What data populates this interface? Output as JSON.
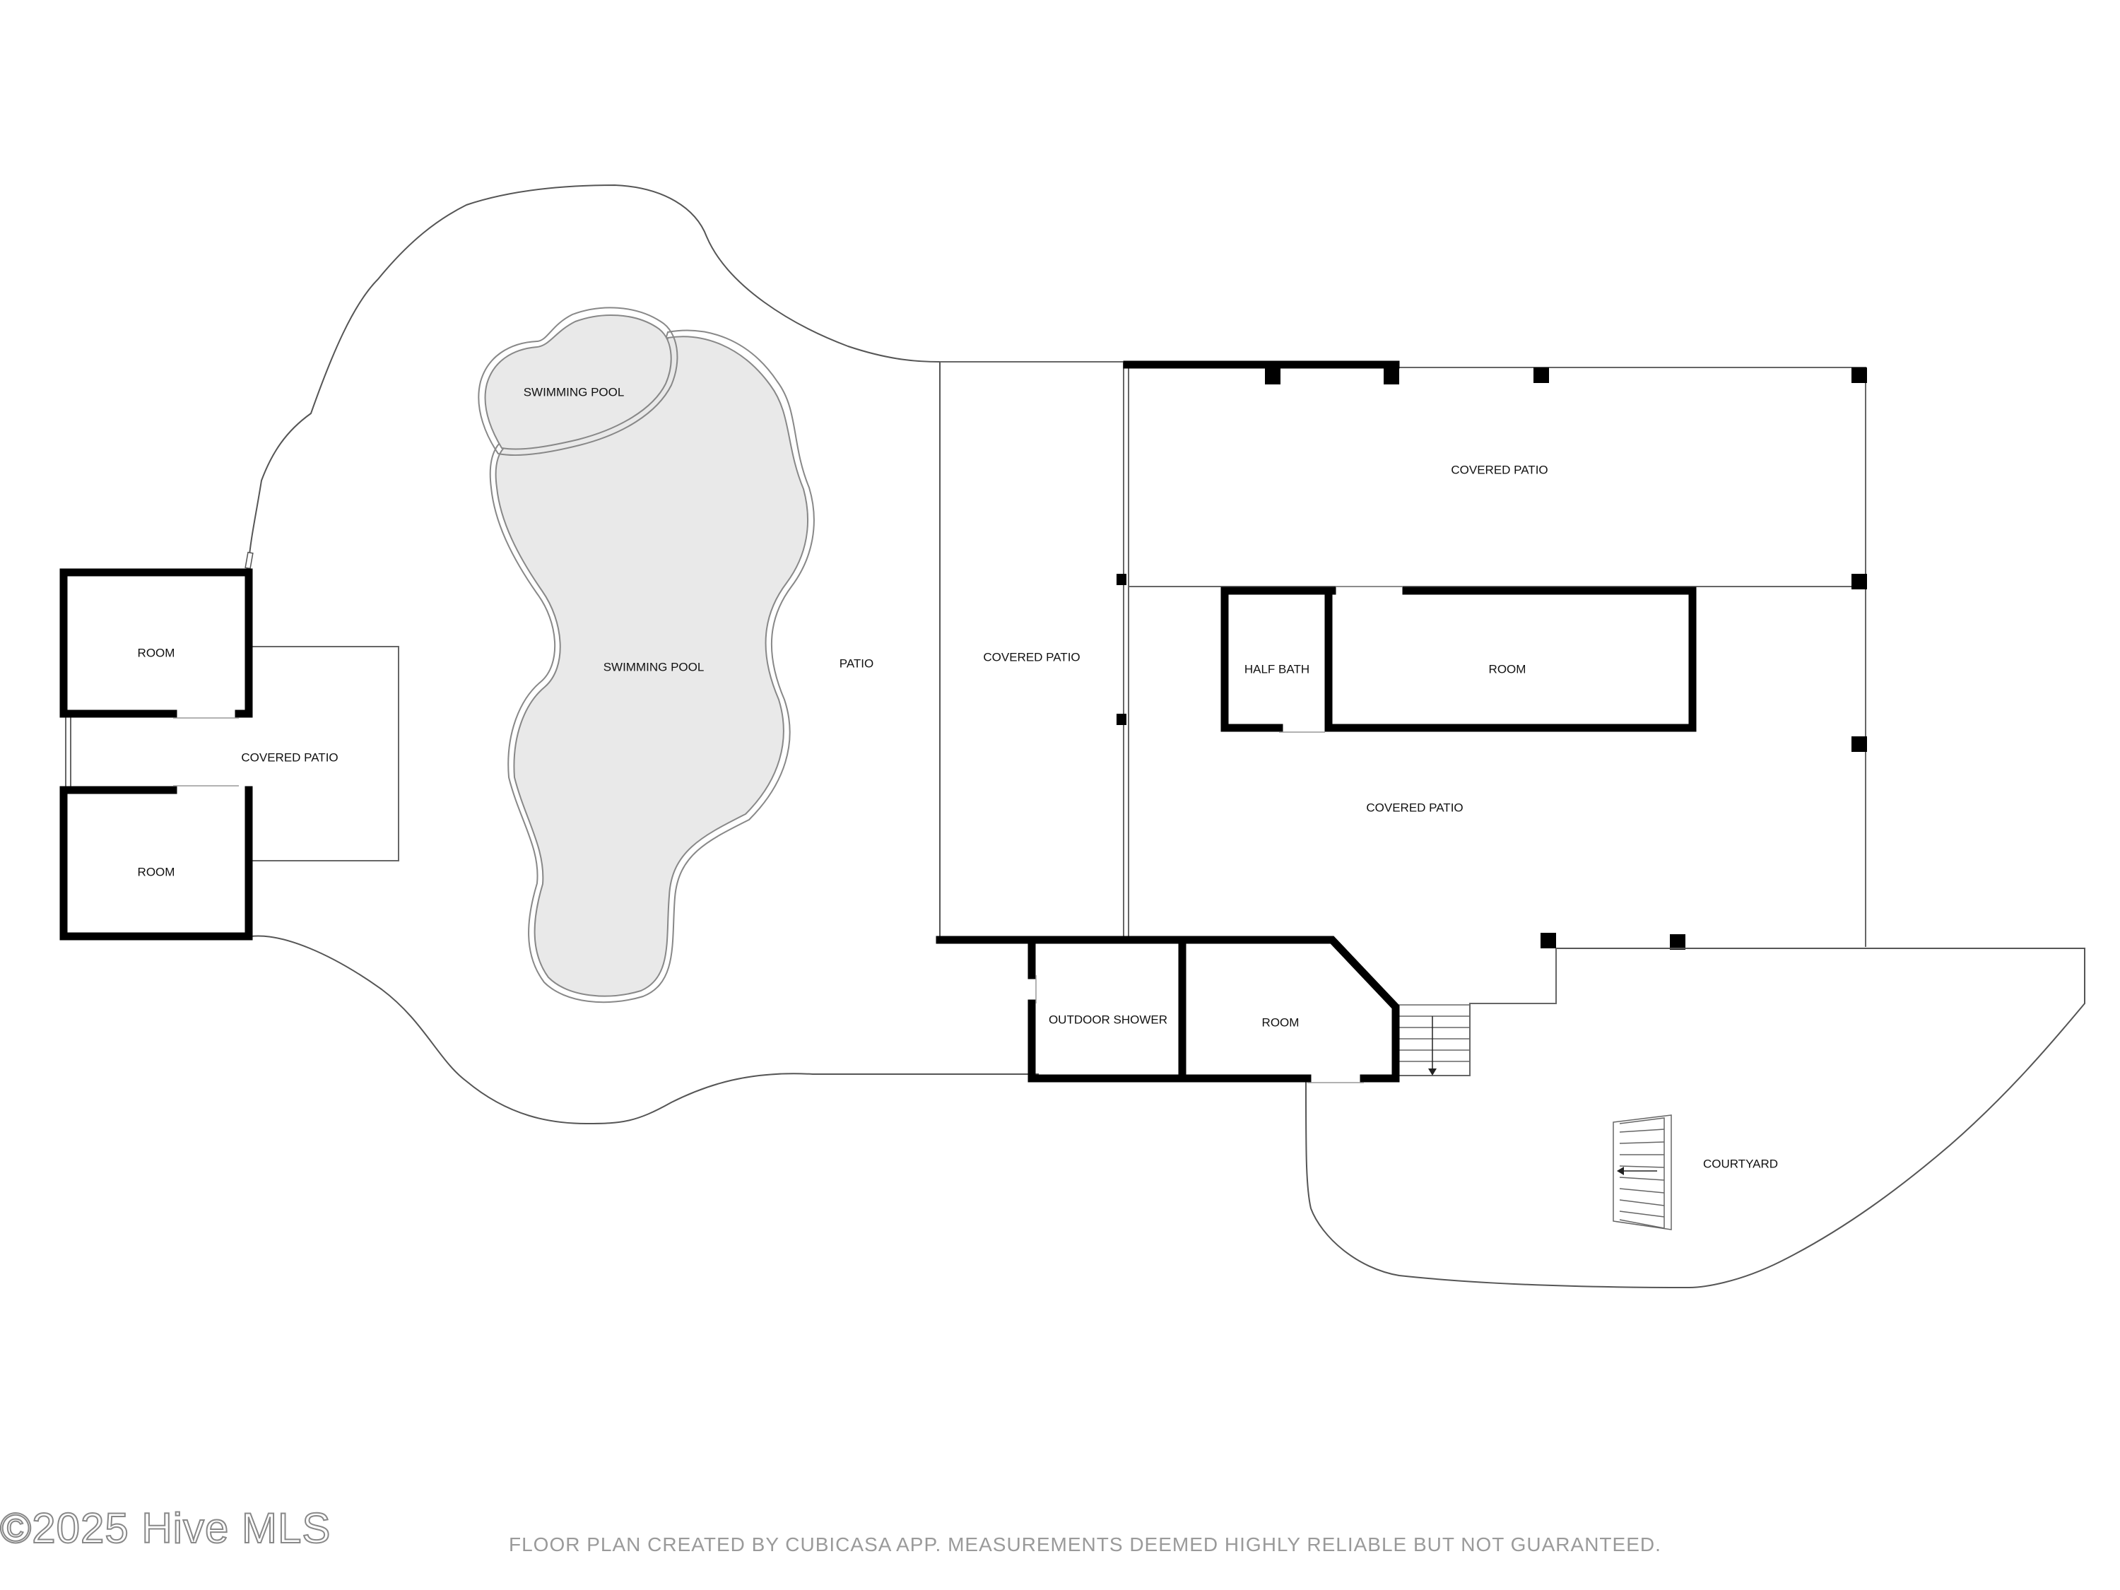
{
  "rooms": {
    "swimming_pool_small": "SWIMMING POOL",
    "swimming_pool_main": "SWIMMING POOL",
    "patio": "PATIO",
    "room_top_left": "ROOM",
    "room_bottom_left": "ROOM",
    "covered_patio_left": "COVERED PATIO",
    "covered_patio_center": "COVERED PATIO",
    "covered_patio_top": "COVERED PATIO",
    "half_bath": "HALF BATH",
    "room_right": "ROOM",
    "covered_patio_right": "COVERED PATIO",
    "outdoor_shower": "OUTDOOR SHOWER",
    "room_bottom": "ROOM",
    "courtyard": "COURTYARD"
  },
  "footer": {
    "watermark": "©2025 Hive MLS",
    "disclaimer": "FLOOR PLAN CREATED BY CUBICASA APP. MEASUREMENTS DEEMED HIGHLY RELIABLE BUT NOT GUARANTEED."
  }
}
